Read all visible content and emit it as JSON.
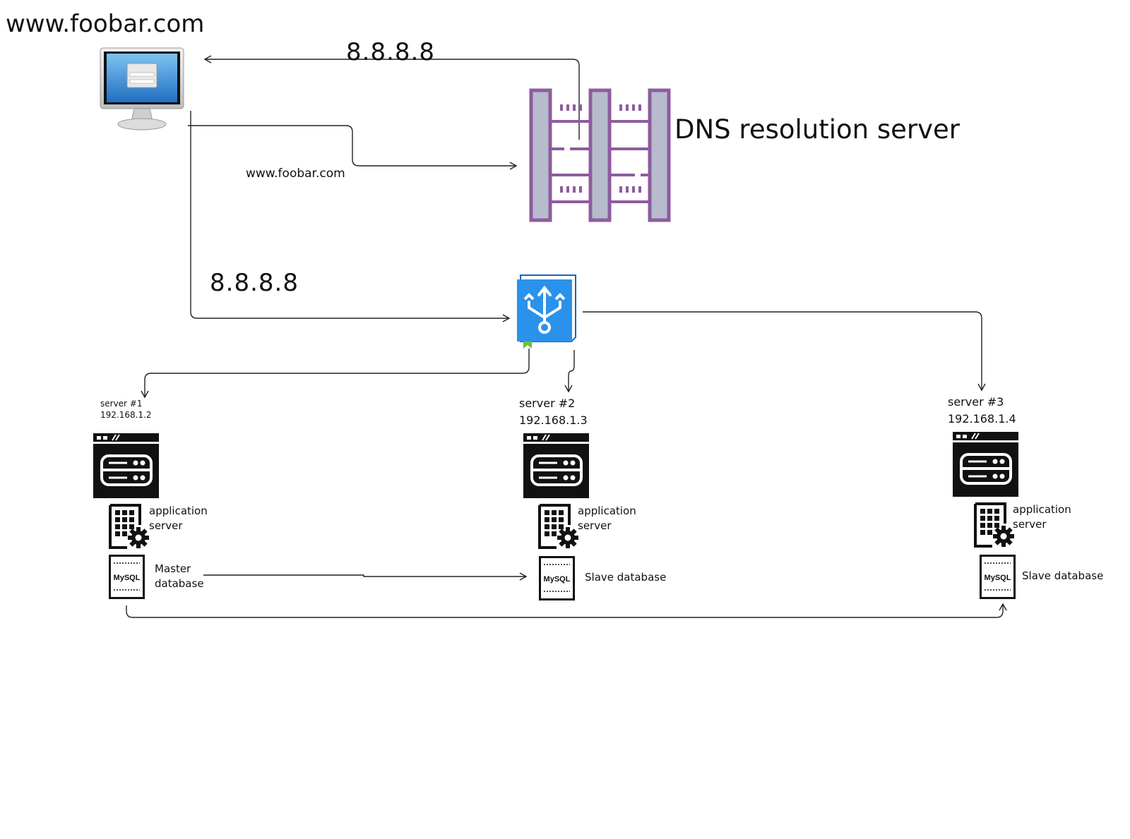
{
  "title": "www.foobar.com",
  "dns": {
    "label": "DNS resolution server",
    "response_ip": "8.8.8.8",
    "request_label": "www.foobar.com"
  },
  "client": {
    "icon": "computer-monitor-icon"
  },
  "load_balancer": {
    "icon": "load-balancer-icon",
    "ip_label": "8.8.8.8"
  },
  "servers": [
    {
      "name": "server #1",
      "ip": "192.168.1.2",
      "app_label": "application server",
      "db_label": "Master database",
      "db_icon_text": "MySQL"
    },
    {
      "name": "server #2",
      "ip": "192.168.1.3",
      "app_label": "application server",
      "db_label": "Slave database",
      "db_icon_text": "MySQL"
    },
    {
      "name": "server #3",
      "ip": "192.168.1.4",
      "app_label": "application server",
      "db_label": "Slave database",
      "db_icon_text": "MySQL"
    }
  ],
  "colors": {
    "dns_purple": "#8e5c9e",
    "dns_fill": "#b6bccd",
    "lb_blue": "#1e88e5",
    "lb_green": "#6abf3c"
  }
}
